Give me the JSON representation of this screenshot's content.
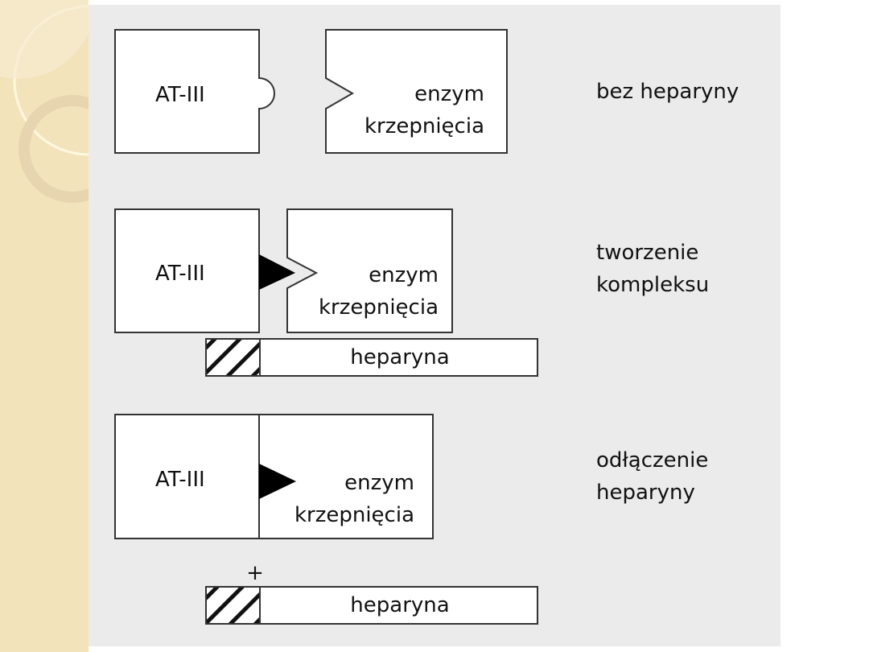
{
  "rows": [
    {
      "at": "AT-III",
      "enzyme_line1": "enzym",
      "enzyme_line2": "krzepnięcia",
      "label_line1": "bez heparyny"
    },
    {
      "at": "AT-III",
      "enzyme_line1": "enzym",
      "enzyme_line2": "krzepnięcia",
      "heparin": "heparyna",
      "label_line1": "tworzenie",
      "label_line2": "kompleksu"
    },
    {
      "at": "AT-III",
      "enzyme_line1": "enzym",
      "enzyme_line2": "krzepnięcia",
      "plus": "+",
      "heparin": "heparyna",
      "label_line1": "odłączenie",
      "label_line2": "heparyny"
    }
  ]
}
